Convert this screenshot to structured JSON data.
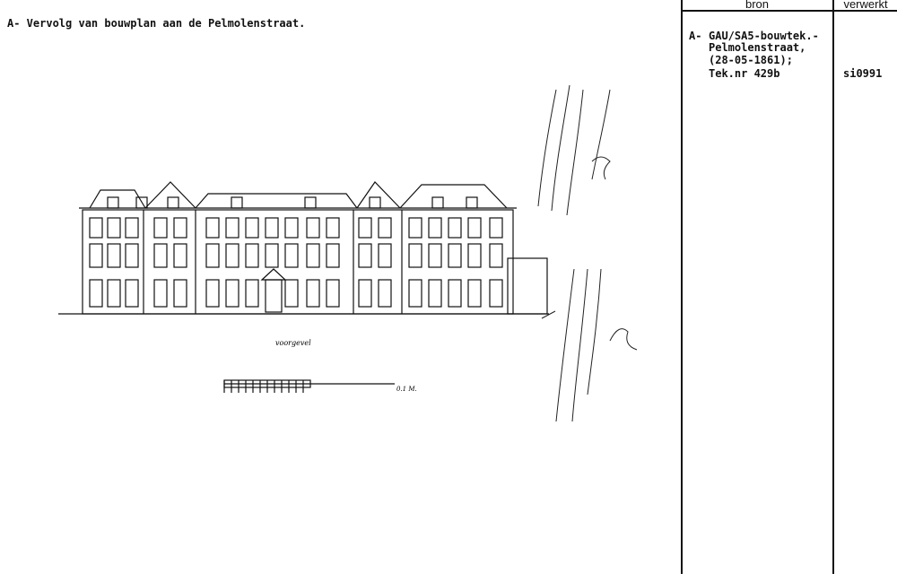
{
  "title": "A- Vervolg van bouwplan aan de Pelmolenstraat.",
  "columns": {
    "bron": "bron",
    "verwerkt": "verwerkt"
  },
  "entry": {
    "marker": "A-",
    "source_lines": [
      "GAU/SA5-bouwtek.-",
      "Pelmolenstraat,",
      "(28-05-1861);",
      "Tek.nr 429b"
    ],
    "verwerkt": "si0991"
  },
  "drawing": {
    "caption": "voorgevel",
    "scale_label": "0.1 M."
  }
}
